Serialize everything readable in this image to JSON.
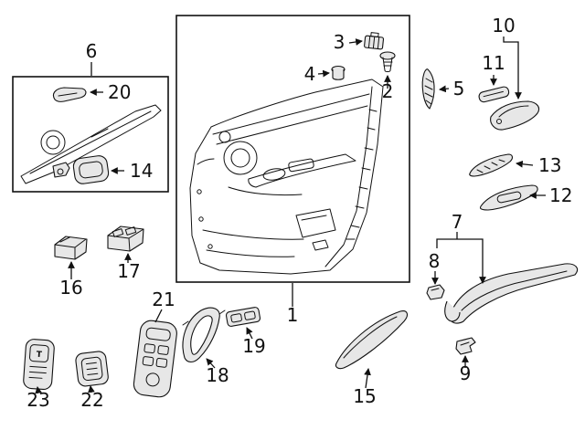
{
  "colors": {
    "background": "#ffffff",
    "line": "#111111",
    "part_fill": "#e7e7e7"
  },
  "callouts": {
    "1": "1",
    "2": "2",
    "3": "3",
    "4": "4",
    "5": "5",
    "6": "6",
    "7": "7",
    "8": "8",
    "9": "9",
    "10": "10",
    "11": "11",
    "12": "12",
    "13": "13",
    "14": "14",
    "15": "15",
    "16": "16",
    "17": "17",
    "18": "18",
    "19": "19",
    "20": "20",
    "21": "21",
    "22": "22",
    "23": "23"
  },
  "markings": {
    "t_button": "T"
  }
}
